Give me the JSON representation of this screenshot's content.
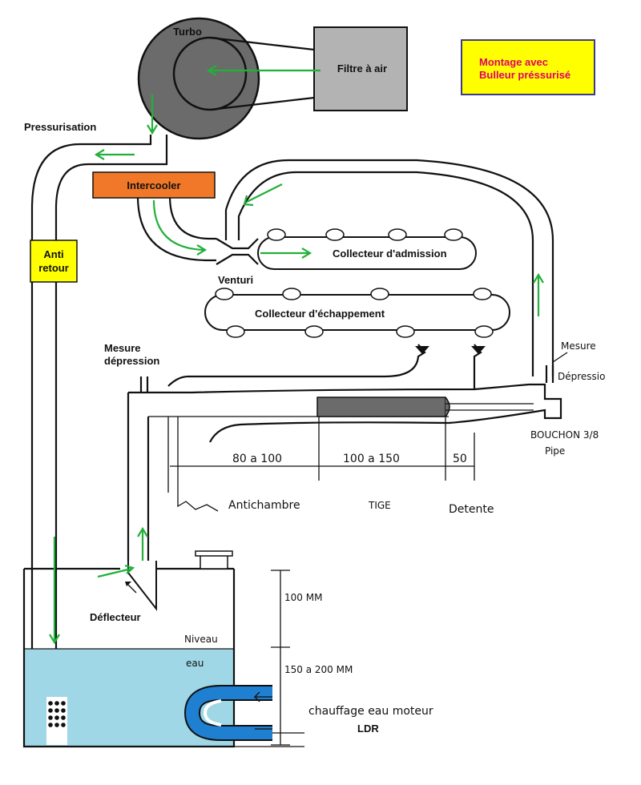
{
  "labels": {
    "turbo": "Turbo",
    "air_filter": "Filtre à air",
    "note_line1": "Montage avec",
    "note_line2": "Bulleur préssurisé",
    "pressurisation": "Pressurisation",
    "intercooler": "Intercooler",
    "anti_retour_line1": "Anti",
    "anti_retour_line2": "retour",
    "venturi": "Venturi",
    "intake_manifold": "Collecteur d'admission",
    "exhaust_manifold": "Collecteur d'échappement",
    "vacuum_measure_line1": "Mesure",
    "vacuum_measure_line2": "dépression",
    "deflector": "Déflecteur"
  },
  "handwritten": {
    "mesure": "Mesure",
    "depression": "Dépressio",
    "bouchon_line1": "BOUCHON 3/8",
    "bouchon_line2": "Pipe",
    "dim_1": "80 a 100",
    "dim_2": "100 a 150",
    "dim_3": "50",
    "antichambre": "Antichambre",
    "tige": "TIGE",
    "detente": "Detente",
    "dim_100": "100 MM",
    "dim_150": "150 a 200 MM",
    "niveau": "Niveau",
    "eau": "eau",
    "chauffage": "chauffage eau moteur",
    "ldr": "LDR"
  },
  "colors": {
    "flow": "#22b03a",
    "turbo_body": "#6b6b6b",
    "filter_box": "#b3b3b3",
    "intercooler": "#f07828",
    "note_box": "#ffff00",
    "note_text": "#e0006a",
    "water": "#9fd7e6",
    "heater_coil": "#1f7fd0"
  }
}
